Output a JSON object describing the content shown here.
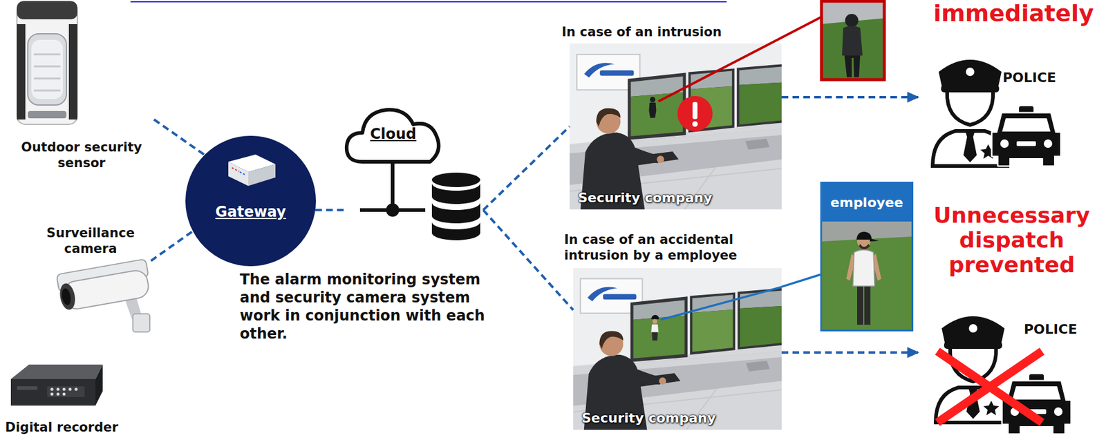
{
  "diagram": {
    "nodes": [
      {
        "text": [
          "Outdoor security sensor"
        ]
      },
      {
        "text": [
          "Surveillance camera"
        ]
      },
      {
        "text": [
          "Digital recorder"
        ]
      },
      {
        "text": [
          "Gateway"
        ]
      },
      {
        "text": [
          "Cloud"
        ]
      },
      {
        "text": [
          "In case of an intrusion",
          "Security company"
        ]
      },
      {
        "text": [
          "POLICE"
        ]
      },
      {
        "text": [
          "In case of an accidental intrusion by a employee",
          "Security company"
        ]
      },
      {
        "text": [
          "employee"
        ]
      },
      {
        "text": [
          "POLICE"
        ]
      }
    ],
    "edges": [
      {
        "from": 0,
        "to": 3,
        "arrow": "none"
      },
      {
        "from": 1,
        "to": 3,
        "arrow": "none"
      },
      {
        "from": 3,
        "to": 4,
        "arrow": "none"
      },
      {
        "from": 4,
        "to": 5,
        "arrow": "none"
      },
      {
        "from": 4,
        "to": 7,
        "arrow": "none"
      },
      {
        "from": 5,
        "to": 6,
        "arrow": "to"
      },
      {
        "from": 7,
        "to": 9,
        "arrow": "to"
      },
      {
        "from": 7,
        "to": 8,
        "arrow": "none"
      }
    ],
    "labels": [
      "immediately",
      "The alarm monitoring system and security camera system work in conjunction with each other.",
      "Unnecessary dispatch prevented"
    ]
  }
}
